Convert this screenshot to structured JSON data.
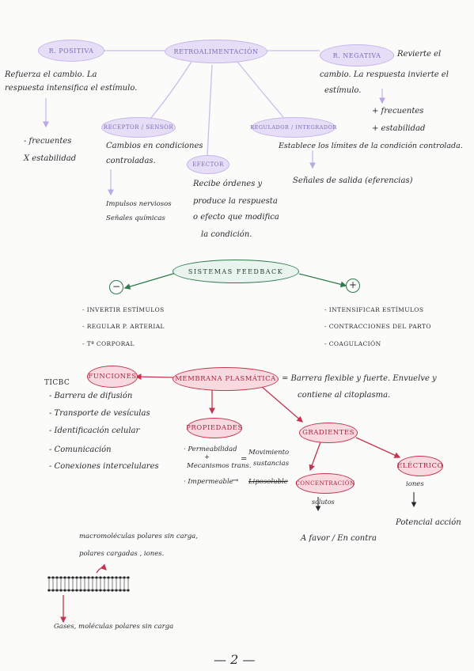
{
  "feedback_top": {
    "retro": "RETROALIMENTACIÓN",
    "positiva": "R. POSITIVA",
    "negativa": "R. NEGATIVA",
    "positiva_desc": [
      "Refuerza el cambio. La",
      "respuesta intensifica el estímulo."
    ],
    "negativa_desc": [
      "Revierte el",
      "cambio. La respuesta invierte el",
      "estímulo."
    ],
    "positiva_traits": [
      "- frecuentes",
      "X estabilidad"
    ],
    "negativa_traits": [
      "+ frecuentes",
      "+ estabilidad"
    ],
    "receptor": "RECEPTOR / SENSOR",
    "receptor_desc": [
      "Cambios en condiciones",
      "controladas."
    ],
    "receptor_items": [
      "Impulsos nerviosos",
      "Señales químicas"
    ],
    "efector": "EFECTOR",
    "efector_desc": [
      "Recibe órdenes y",
      "produce la respuesta",
      "o efecto que modifica",
      "la condición."
    ],
    "integrador": "REGULADOR / INTEGRADOR",
    "integrador_desc": "Establece los límites de la condición controlada.",
    "integrador_out": "Señales de salida (eferencias)"
  },
  "sistemas": {
    "title": "SISTEMAS FEEDBACK",
    "neg_sign": "−",
    "pos_sign": "+",
    "neg_items": [
      "- INVERTIR ESTÍMULOS",
      "- REGULAR P. ARTERIAL",
      "- Tª CORPORAL"
    ],
    "pos_items": [
      "- INTENSIFICAR ESTÍMULOS",
      "- CONTRACCIONES DEL PARTO",
      "- COAGULACIÓN"
    ]
  },
  "membrana": {
    "title": "MEMBRANA PLASMÁTICA",
    "desc": [
      "= Barrera flexible y fuerte. Envuelve y",
      "contiene al citoplasma."
    ],
    "funciones_label": "FUNCIONES",
    "ticbc": "TICBC",
    "funciones": [
      "- Barrera de difusión",
      "- Transporte de vesículas",
      "- Identificación celular",
      "- Comunicación",
      "- Conexiones intercelulares"
    ],
    "propiedades_label": "PROPIEDADES",
    "prop_perm": [
      "· Permeabilidad",
      "+",
      "Mecanismos trans."
    ],
    "prop_eq": "=",
    "prop_mov": [
      "Movimiento",
      "sustancias"
    ],
    "prop_imp": "· Impermeable",
    "prop_arrow": "→",
    "prop_lipo": "Liposoluble",
    "gradientes_label": "GRADIENTES",
    "concentracion_label": "CONCENTRACIÓN",
    "electrico_label": "ELÉCTRICO",
    "solutos": "solutos",
    "iones": "iones",
    "favor": "A favor / En contra",
    "potencial": "Potencial acción",
    "moleculas_top": [
      "macromoléculas polares sin carga,",
      "polares cargadas , iones."
    ],
    "moleculas_bottom": "Gases, moléculas polares sin carga"
  },
  "page_number": "— 2 —",
  "colors": {
    "purple": "#c4b5ea",
    "red": "#c4344f",
    "green": "#2e7a4c",
    "ink": "#2a2a2e"
  }
}
